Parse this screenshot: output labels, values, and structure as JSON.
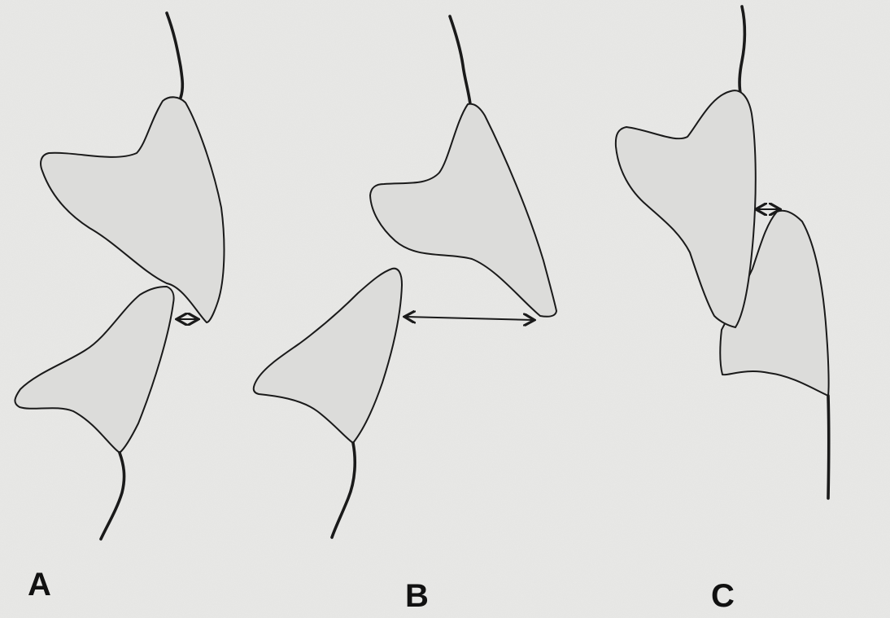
{
  "figure": {
    "colors": {
      "background": "#e9e9e7",
      "shape_fill": "#dcdcda",
      "outline": "#1a1a1a"
    },
    "panels": [
      {
        "label": "A"
      },
      {
        "label": "B"
      },
      {
        "label": "C"
      }
    ]
  }
}
